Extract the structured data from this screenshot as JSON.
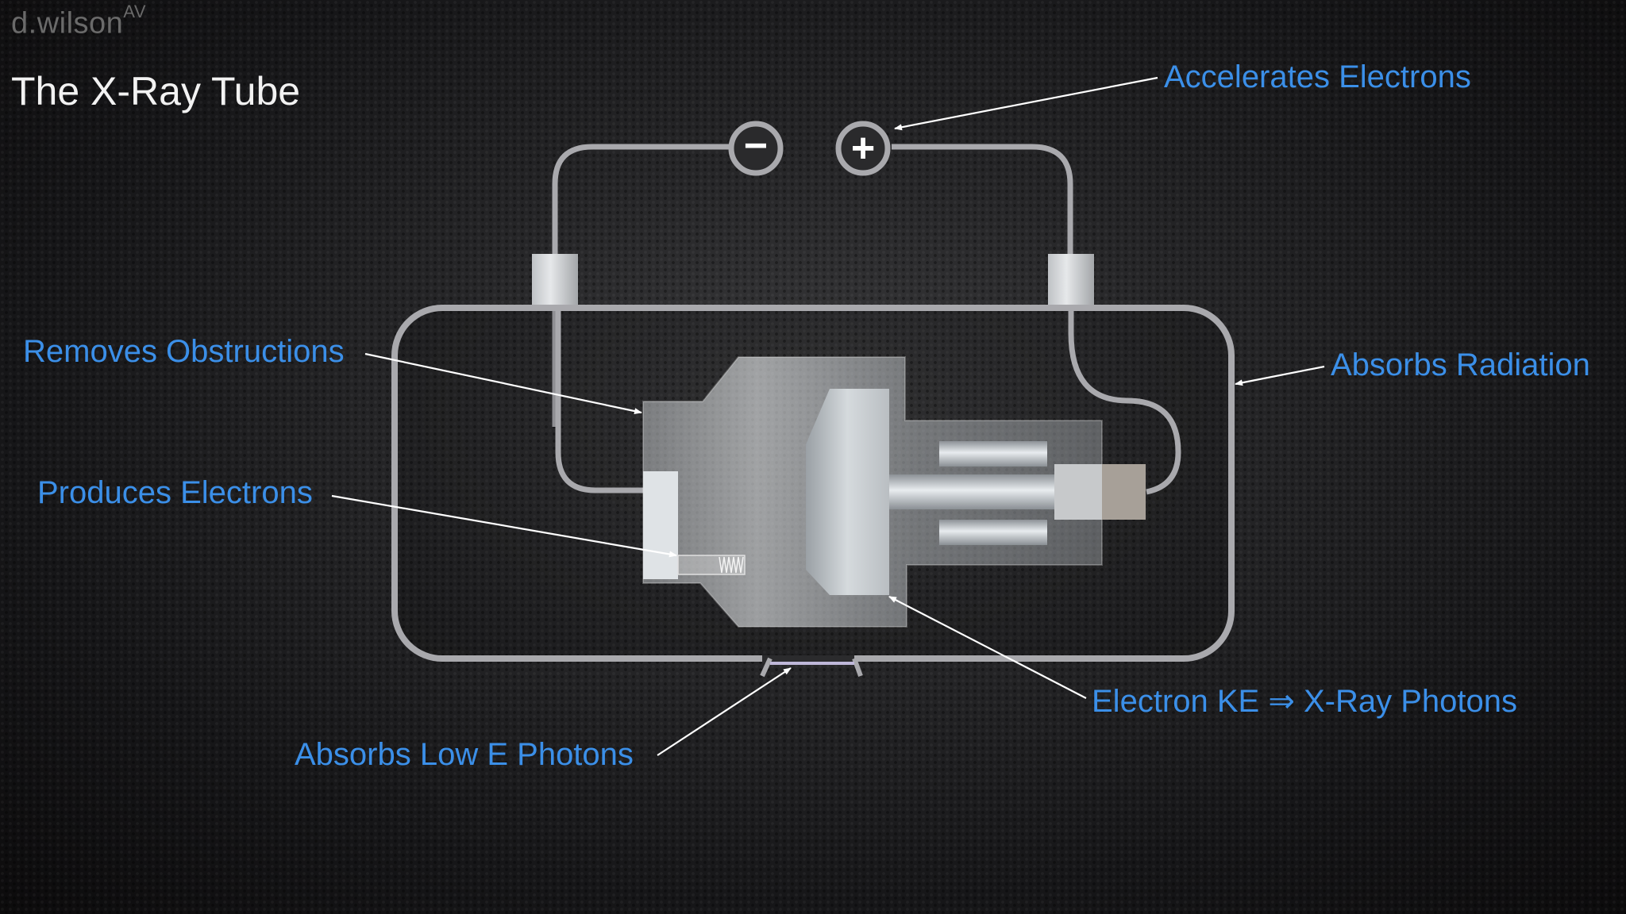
{
  "watermark": {
    "name": "d.wilson",
    "sup": "AV"
  },
  "title": "The X-Ray Tube",
  "terminals": {
    "negative": "−",
    "positive": "+"
  },
  "labels": {
    "accelerates": "Accelerates Electrons",
    "removes": "Removes Obstructions",
    "absorbs_radiation": "Absorbs Radiation",
    "produces": "Produces Electrons",
    "electron_ke": "Electron KE ⇒ X-Ray Photons",
    "absorbs_low_e": "Absorbs Low E Photons"
  },
  "colors": {
    "label": "#3b8fe8",
    "title": "#f2f2f2",
    "wire": "#a9a9ad",
    "background": "#1c1c1e"
  }
}
